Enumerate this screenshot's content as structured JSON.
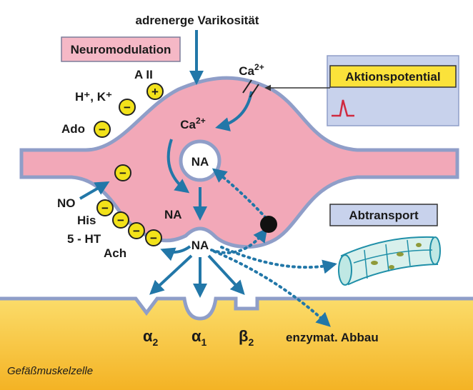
{
  "labels": {
    "varicosity": "adrenerge Varikosität",
    "neuromodulation": "Neuromodulation",
    "action_potential": "Aktionspotential",
    "transport": "Abtransport",
    "enzymatic": "enzymat. Abbau",
    "muscle_cell": "Gefäßmuskelzelle"
  },
  "ions": {
    "ca_outer": "Ca",
    "ca_outer_sup": "2+",
    "ca_inner": "Ca",
    "ca_inner_sup": "2+"
  },
  "modulators": {
    "a2": "A II",
    "hk": "H⁺, K⁺",
    "ado": "Ado",
    "no": "NO",
    "his": "His",
    "ht": "5 - HT",
    "ach": "Ach",
    "na_mod": "NA"
  },
  "signs": {
    "plus": "+",
    "minus": "−"
  },
  "vesicle": {
    "na_vesicle": "NA",
    "na_release": "NA"
  },
  "receptors": {
    "alpha2_sym": "α",
    "alpha2_sub": "2",
    "alpha1_sym": "α",
    "alpha1_sub": "1",
    "beta2_sym": "β",
    "beta2_sub": "2"
  },
  "colors": {
    "membrane": "#8f9ec8",
    "axon_fill": "#f2a8b8",
    "arrow": "#2277a8",
    "badge": "#f2e21a",
    "neuromod_box": "#f5b8c6",
    "ap_panel": "#c8d2ec",
    "ap_box": "#fbe23a",
    "transport_box": "#c8d2ec",
    "muscle": "#f8c23c"
  }
}
